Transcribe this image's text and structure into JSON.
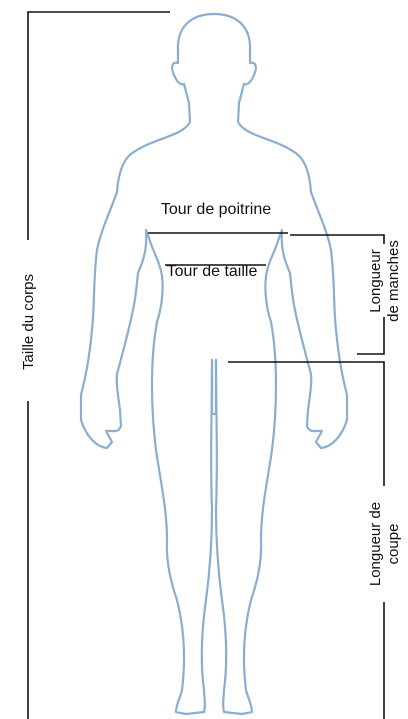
{
  "diagram": {
    "labels": {
      "chest": "Tour de poitrine",
      "waist": "Tour de taille",
      "body_height": "Taille du corps",
      "sleeve_length_line1": "Longueur",
      "sleeve_length_line2": "de manches",
      "inseam_line1": "Longueur de",
      "inseam_line2": "coupe"
    },
    "colors": {
      "outline": "#8AAED0",
      "lines": "#111111",
      "background": "#ffffff"
    }
  }
}
